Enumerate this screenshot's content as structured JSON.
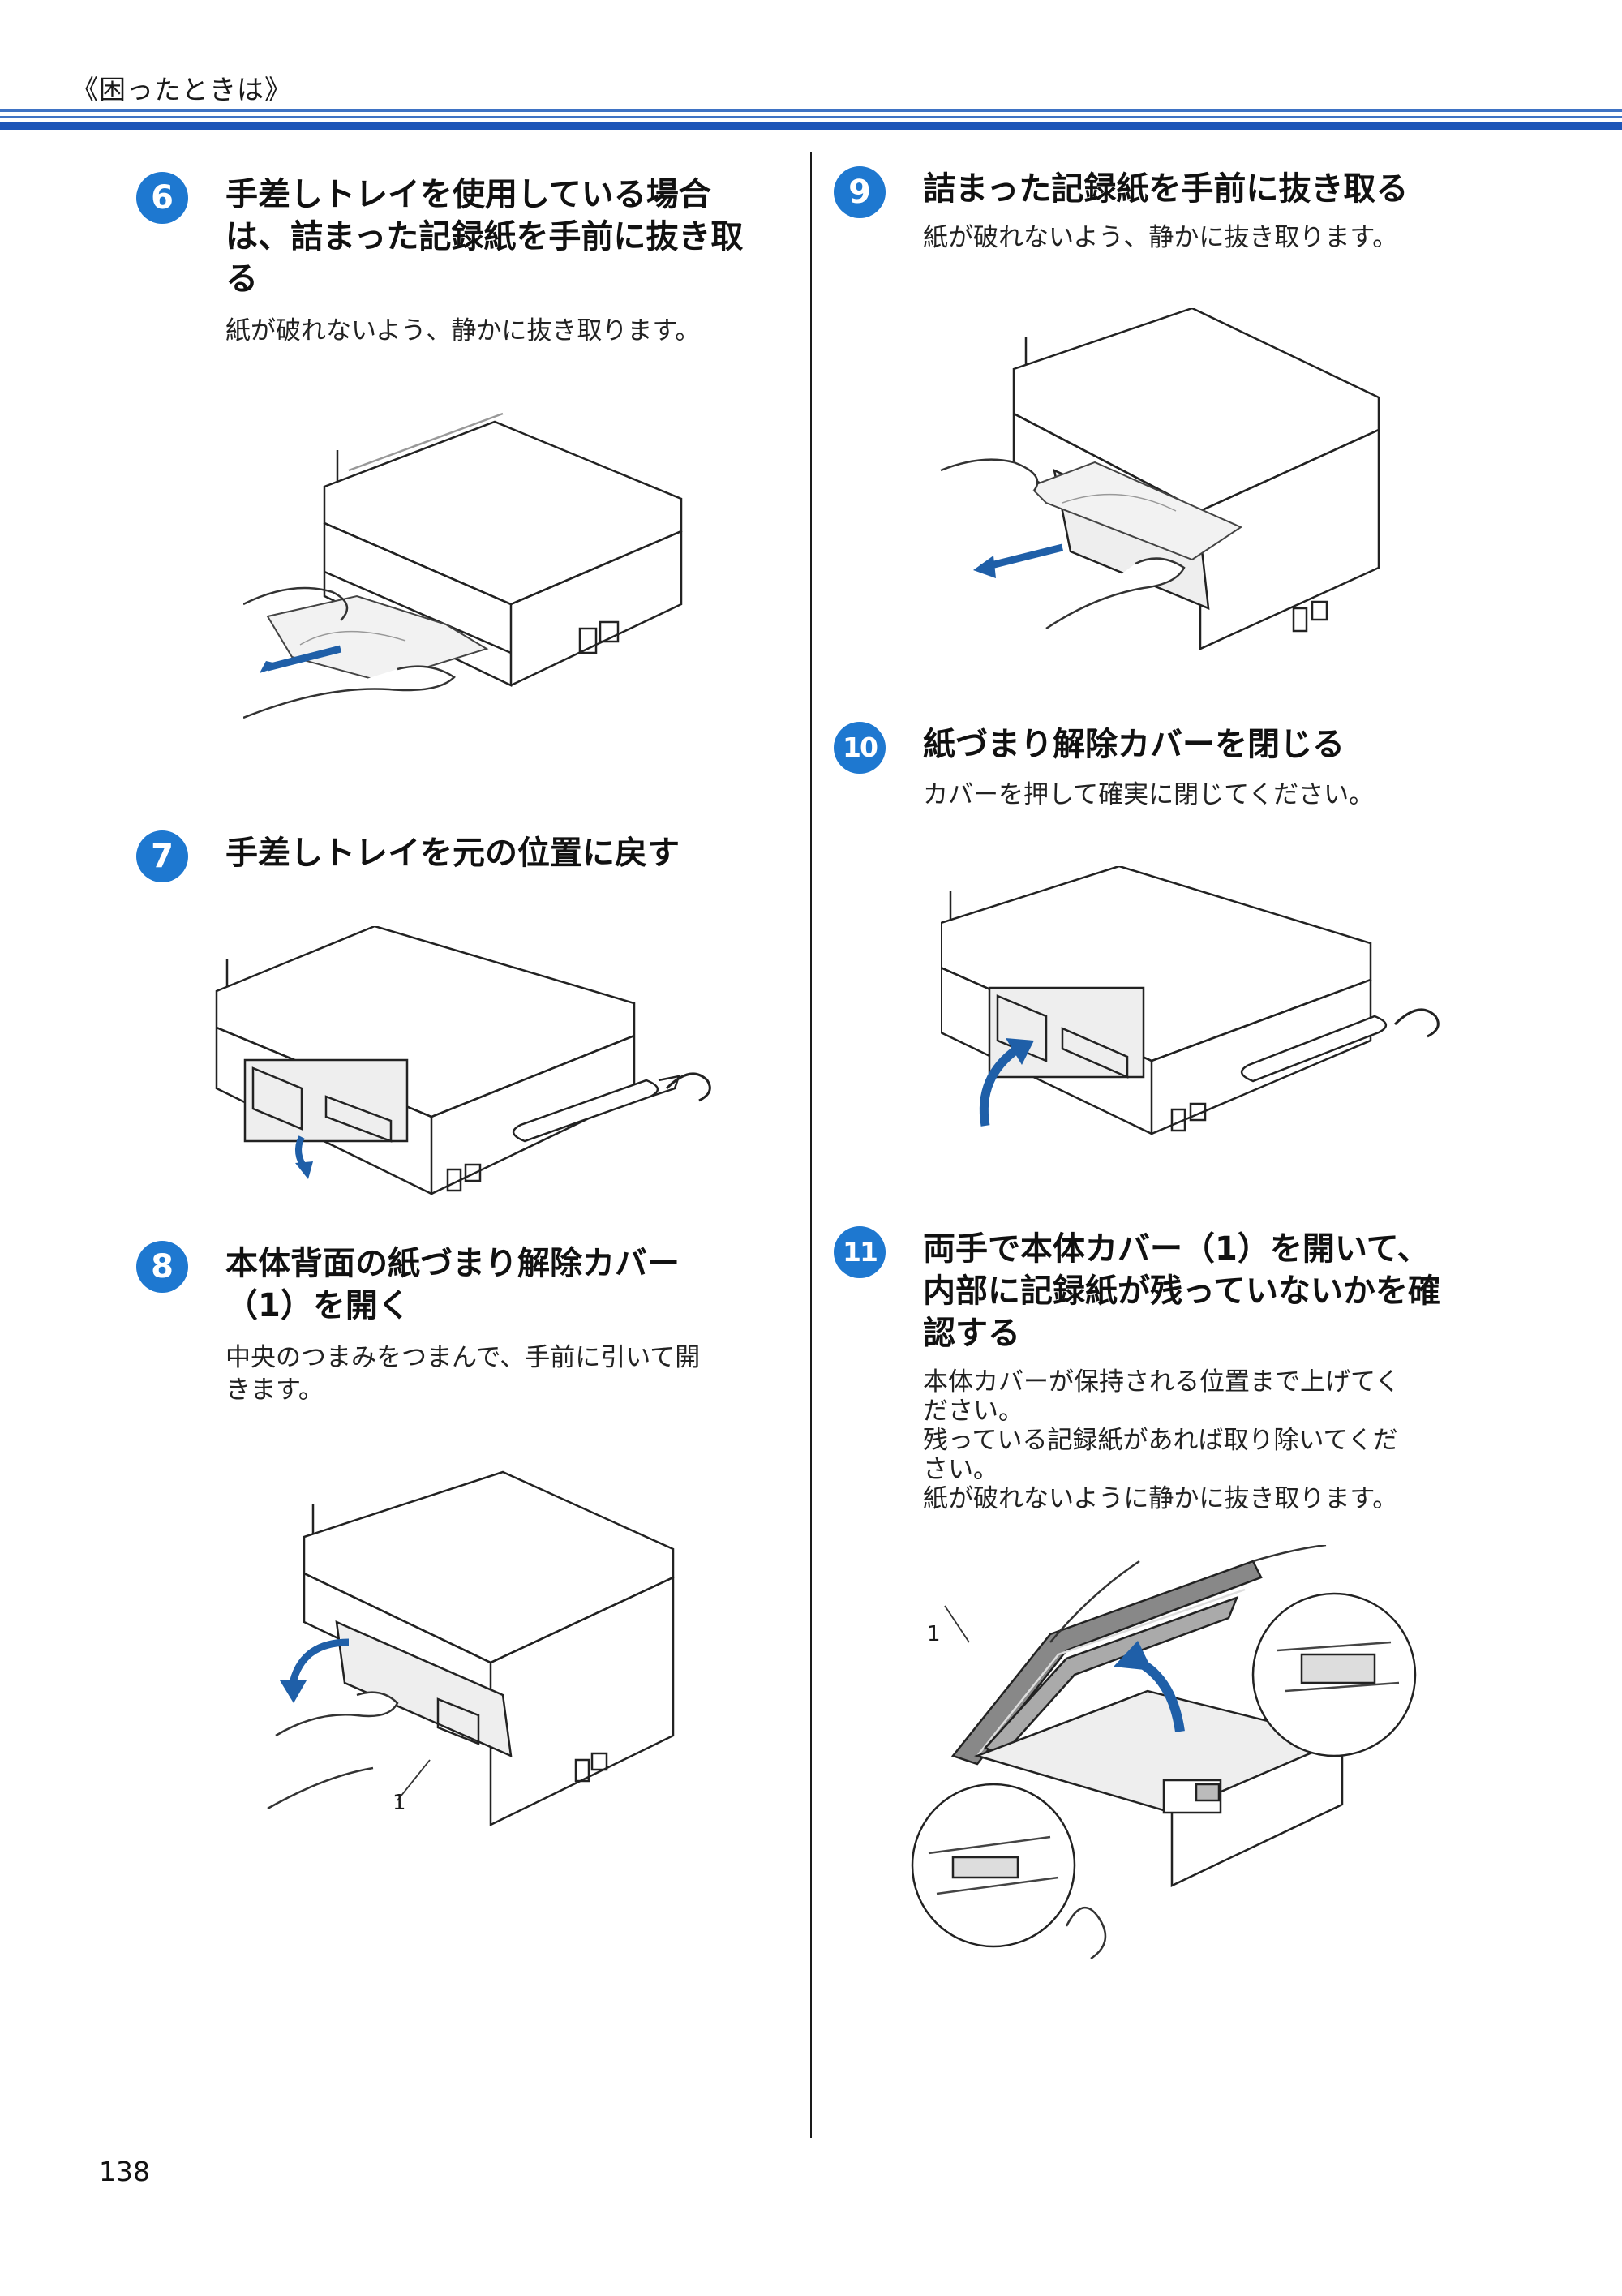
{
  "header": {
    "section": "《困ったときは》"
  },
  "steps": [
    {
      "number": "6",
      "title": "手差しトレイを使用している場合は、詰まった記録紙を手前に抜き取る",
      "title_lines": [
        "手差しトレイを使用している場合",
        "は、詰まった記録紙を手前に抜き取",
        "る"
      ],
      "desc_lines": [
        "紙が破れないよう、静かに抜き取ります。"
      ]
    },
    {
      "number": "7",
      "title_lines": [
        "手差しトレイを元の位置に戻す"
      ],
      "desc_lines": []
    },
    {
      "number": "8",
      "title_lines": [
        "本体背面の紙づまり解除カバー",
        "（1）を開く"
      ],
      "desc_lines": [
        "中央のつまみをつまんで、手前に引いて開",
        "きます。"
      ]
    },
    {
      "number": "9",
      "title_lines": [
        "詰まった記録紙を手前に抜き取る"
      ],
      "desc_lines": [
        "紙が破れないよう、静かに抜き取ります。"
      ]
    },
    {
      "number": "10",
      "title_lines": [
        "紙づまり解除カバーを閉じる"
      ],
      "desc_lines": [
        "カバーを押して確実に閉じてください。"
      ]
    },
    {
      "number": "11",
      "title_lines": [
        "両手で本体カバー（1）を開いて、",
        "内部に記録紙が残っていないかを確",
        "認する"
      ],
      "desc_lines": [
        "本体カバーが保持される位置まで上げてく",
        "ださい。",
        "残っている記録紙があれば取り除いてくだ",
        "さい。",
        "紙が破れないように静かに抜き取ります。"
      ]
    }
  ],
  "callouts": {
    "step8": "1",
    "step11": "1"
  },
  "page_number": "138",
  "colors": {
    "accent": "#1e78d0",
    "rule": "#1d55b8",
    "arrow": "#1f5fa8"
  }
}
